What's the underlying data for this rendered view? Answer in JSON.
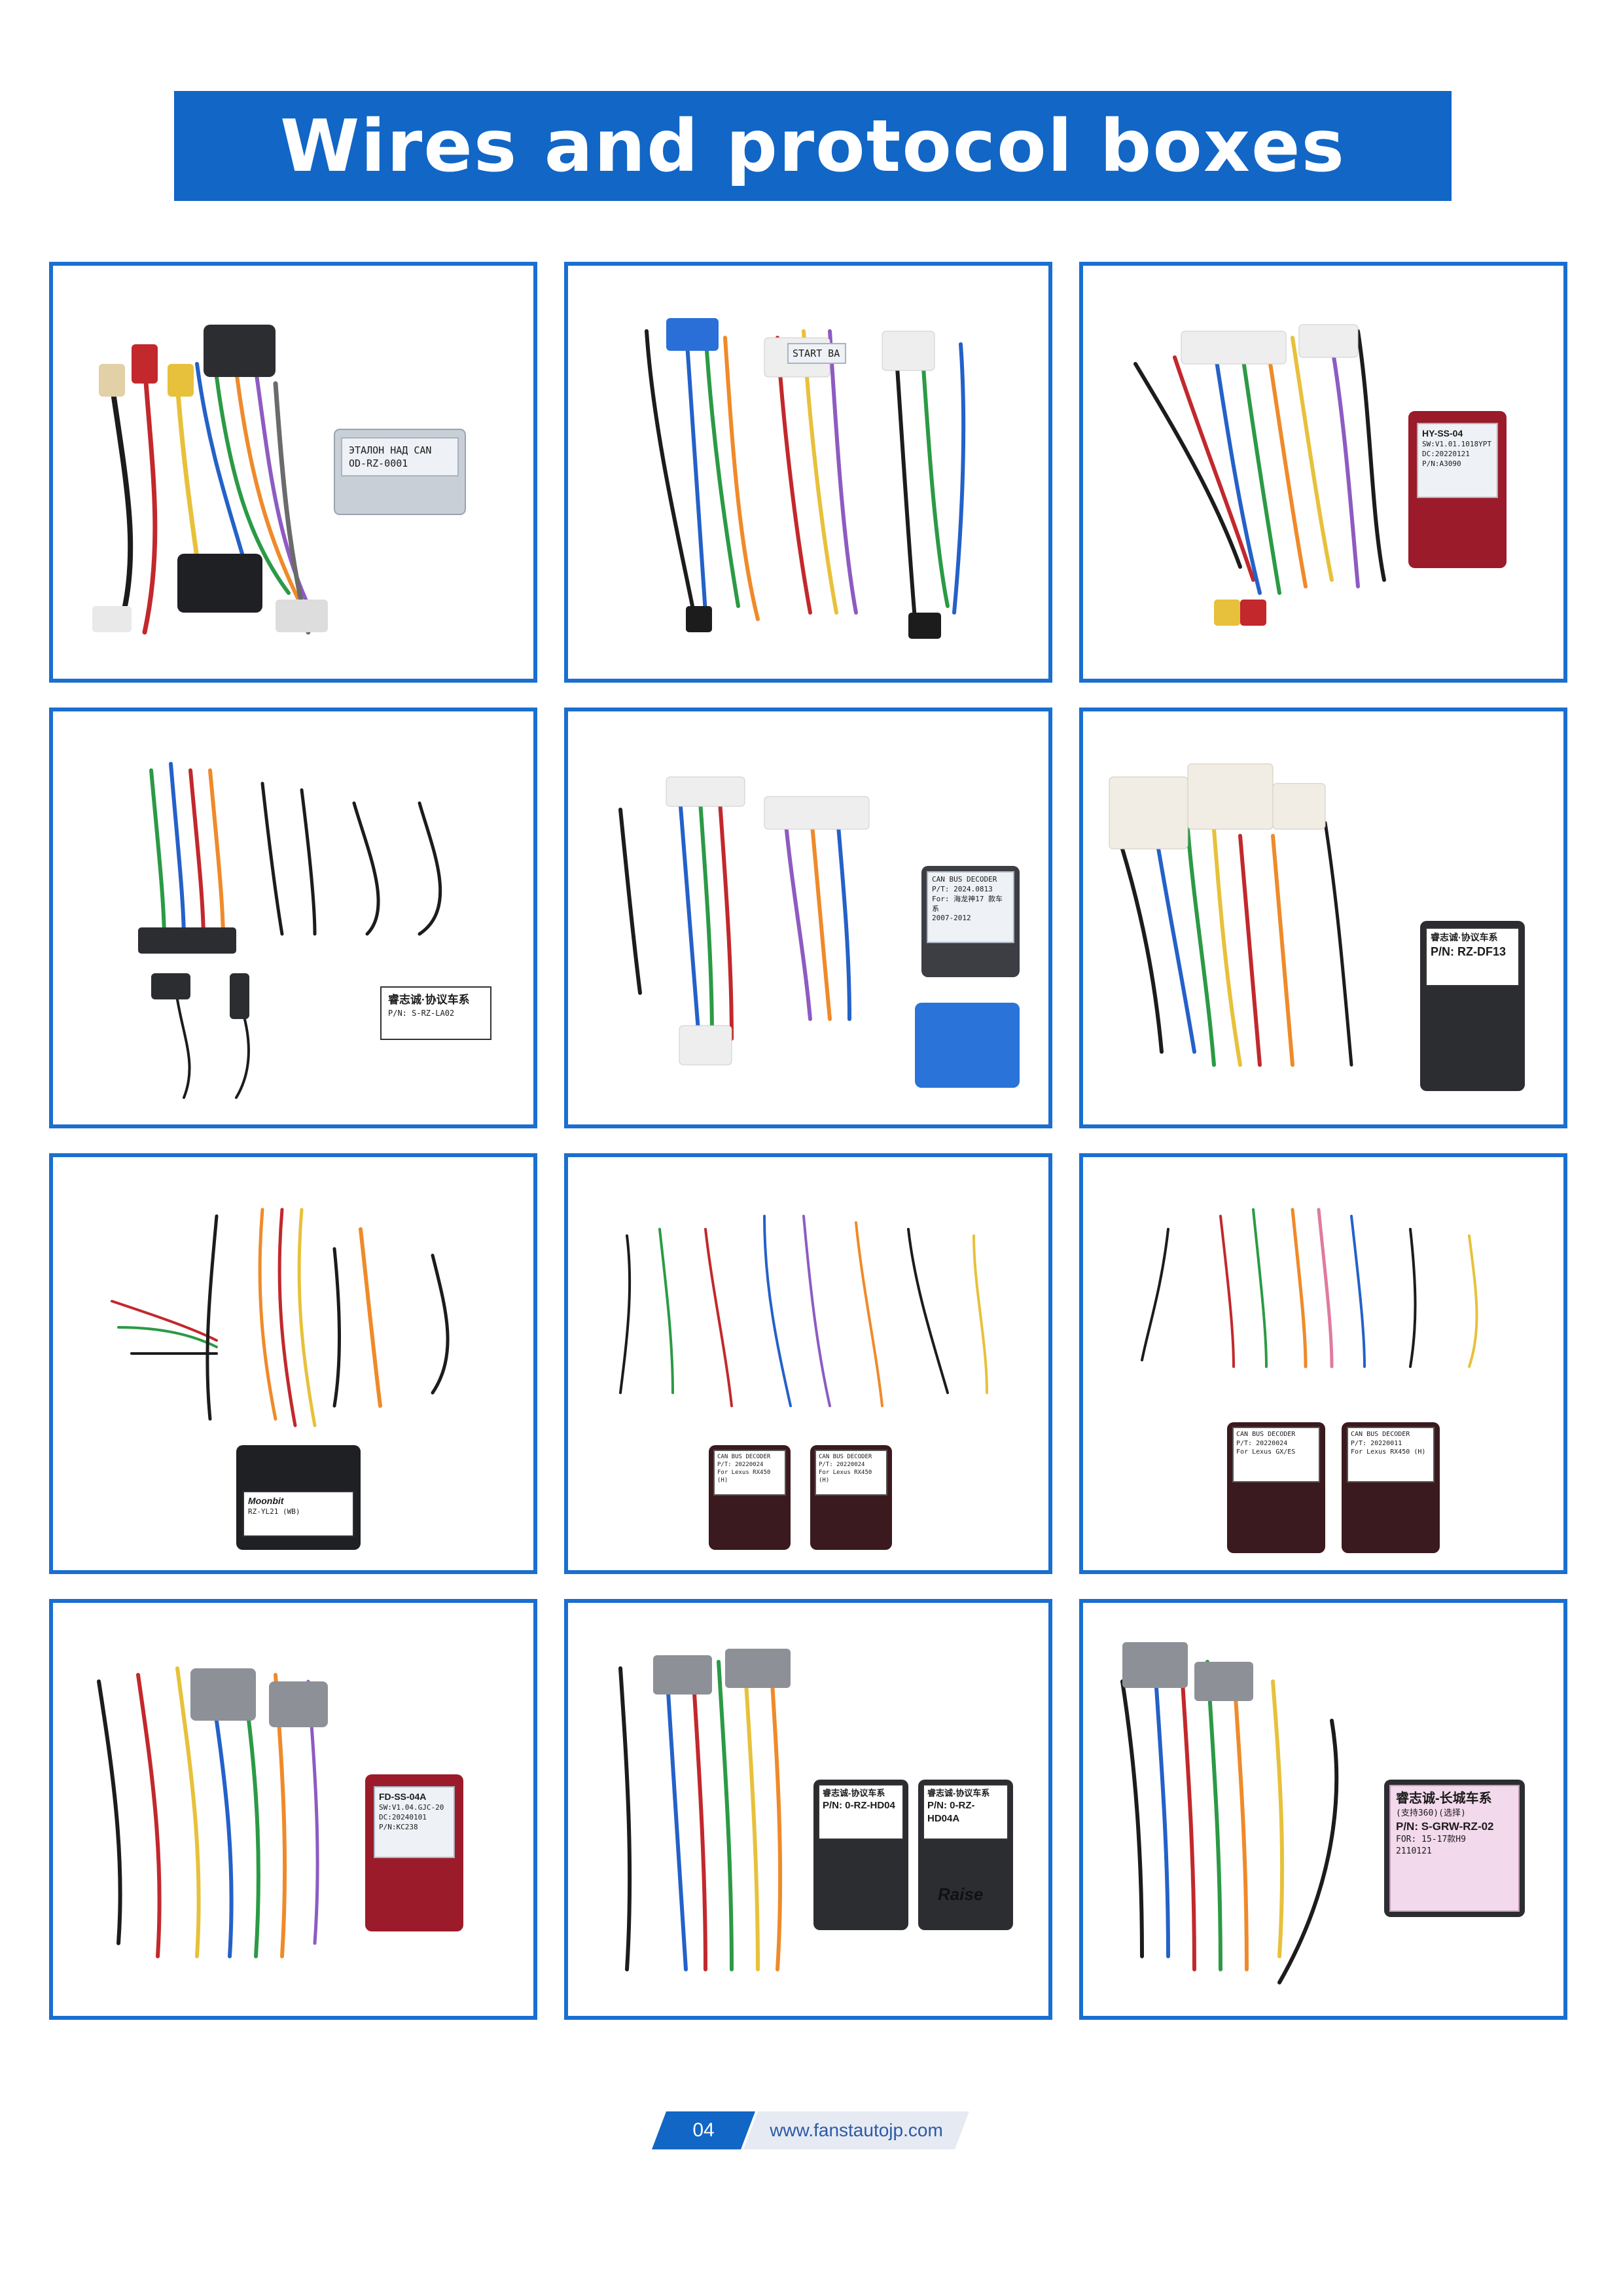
{
  "header": {
    "title": "Wires and protocol boxes"
  },
  "cards": [
    {
      "labels": [
        "ЭТАЛОН НАД CAN",
        "OD-RZ-0001"
      ]
    },
    {
      "labels": [
        "START BA"
      ]
    },
    {
      "labels": [
        "HY-SS-04",
        "SW:V1.01.1018YPT",
        "DC:20220121",
        "P/N:A3090"
      ]
    },
    {
      "labels": [
        "睿志诚·协议车系",
        "P/N: S-RZ-LA02"
      ]
    },
    {
      "labels": [
        "CAN BUS DECODER",
        "P/T: 2024.0813",
        "For: 海龙神17 款车系",
        "2007-2012"
      ]
    },
    {
      "labels": [
        "睿志诚·协议车系",
        "P/N: RZ-DF13"
      ]
    },
    {
      "labels": [
        "Moonbit",
        "RZ-YL21  (WB)"
      ]
    },
    {
      "labels": [
        "CAN BUS DECODER",
        "P/T: 20220024",
        "For Lexus RX450 (H)",
        "CAN BUS DECODER",
        "P/T: 20220024",
        "For Lexus RX450 (H)"
      ]
    },
    {
      "labels": [
        "CAN BUS DECODER",
        "P/T: 20220024",
        "For Lexus GX/ES",
        "CAN BUS DECODER",
        "P/T: 20220011",
        "For Lexus RX450 (H)"
      ]
    },
    {
      "labels": [
        "FD-SS-04A",
        "SW:V1.04.GJC-20",
        "DC:20240101",
        "P/N:KC238"
      ]
    },
    {
      "labels": [
        "睿志诚-协议车系",
        "P/N: 0-RZ-HD04",
        "睿志诚-协议车系",
        "P/N: 0-RZ-HD04A",
        "Raise"
      ]
    },
    {
      "labels": [
        "睿志诚-长城车系",
        "(支持360)(选择)",
        "P/N: S-GRW-RZ-02",
        "FOR: 15-17款H9",
        "2110121"
      ]
    }
  ],
  "footer": {
    "page": "04",
    "url": "www.fanstautojp.com"
  },
  "colors": {
    "accent": "#1166c6",
    "border": "#1a6fd0"
  }
}
